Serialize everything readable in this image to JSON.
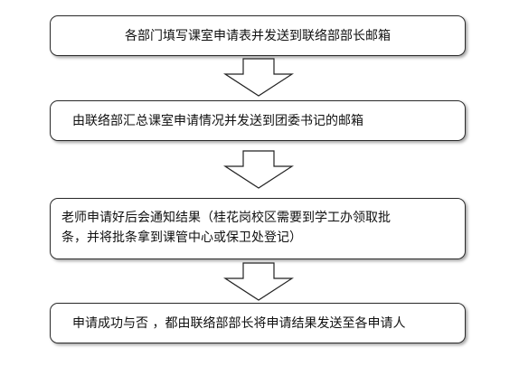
{
  "flowchart": {
    "steps": [
      {
        "text": "各部门填写课室申请表并发送到联络部部长邮箱"
      },
      {
        "text": "由联络部汇总课室申请情况并发送到团委书记的邮箱"
      },
      {
        "text": "老师申请好后会通知结果（桂花岗校区需要到学工办领取批\n条，并将批条拿到课管中心或保卫处登记）"
      },
      {
        "text": "申请成功与否 ，都由联络部部长将申请结果发送至各申请人"
      }
    ]
  }
}
